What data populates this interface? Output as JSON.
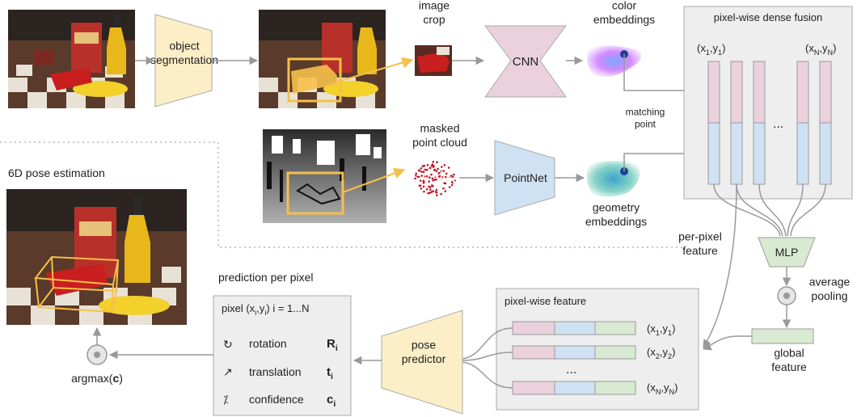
{
  "object_segmentation": "object\nsegmentation",
  "image_crop": "image\ncrop",
  "cnn": "CNN",
  "color_embeddings": "color\nembeddings",
  "masked_point_cloud": "masked\npoint cloud",
  "pointnet": "PointNet",
  "geometry_embeddings": "geometry\nembeddings",
  "matching_point": "matching\npoint",
  "dense_fusion_title": "pixel-wise dense fusion",
  "fusion_col_first": {
    "main": "(x",
    "sub1": "1",
    "mid": ",y",
    "sub2": "1",
    "end": ")"
  },
  "fusion_col_last": {
    "main": "(x",
    "sub1": "N",
    "mid": ",y",
    "sub2": "N",
    "end": ")"
  },
  "ellipsis": "...",
  "mlp": "MLP",
  "per_pixel_feature": "per-pixel\nfeature",
  "average_pooling": "average\npooling",
  "global_feature": "global\nfeature",
  "pixelwise_feature_title": "pixel-wise feature",
  "feature_rows": [
    {
      "main": "(x",
      "sub1": "1",
      "mid": ",y",
      "sub2": "1",
      "end": ")"
    },
    {
      "main": "(x",
      "sub1": "2",
      "mid": ",y",
      "sub2": "2",
      "end": ")"
    },
    {
      "main": "(x",
      "sub1": "N",
      "mid": ",y",
      "sub2": "N",
      "end": ")"
    }
  ],
  "pose_predictor": "pose\npredictor",
  "prediction_title": "prediction per pixel",
  "prediction_header": {
    "a": "pixel (x",
    "s1": "i",
    "b": ",y",
    "s2": "i",
    "c": ")  i = 1...N"
  },
  "predictions": [
    {
      "icon": "rotation-icon",
      "glyph": "↻",
      "label": "rotation",
      "sym": "R",
      "sub": "i"
    },
    {
      "icon": "translation-icon",
      "glyph": "↗",
      "label": "translation",
      "sym": "t",
      "sub": "i"
    },
    {
      "icon": "confidence-icon",
      "glyph": "⁒",
      "label": "confidence",
      "sym": "c",
      "sub": "i"
    }
  ],
  "pose_estimation_title": "6D pose estimation",
  "argmax": {
    "pre": "argmax(",
    "bold": "c",
    "post": ")"
  },
  "colors": {
    "segmentation_fill": "#fcefc7",
    "cnn_fill": "#ead1dc",
    "pointnet_fill": "#cfe2f3",
    "mlp_fill": "#d9ead3",
    "box_fill": "#eeeeee",
    "highlight": "#f6c04a",
    "arrow": "#999999"
  }
}
